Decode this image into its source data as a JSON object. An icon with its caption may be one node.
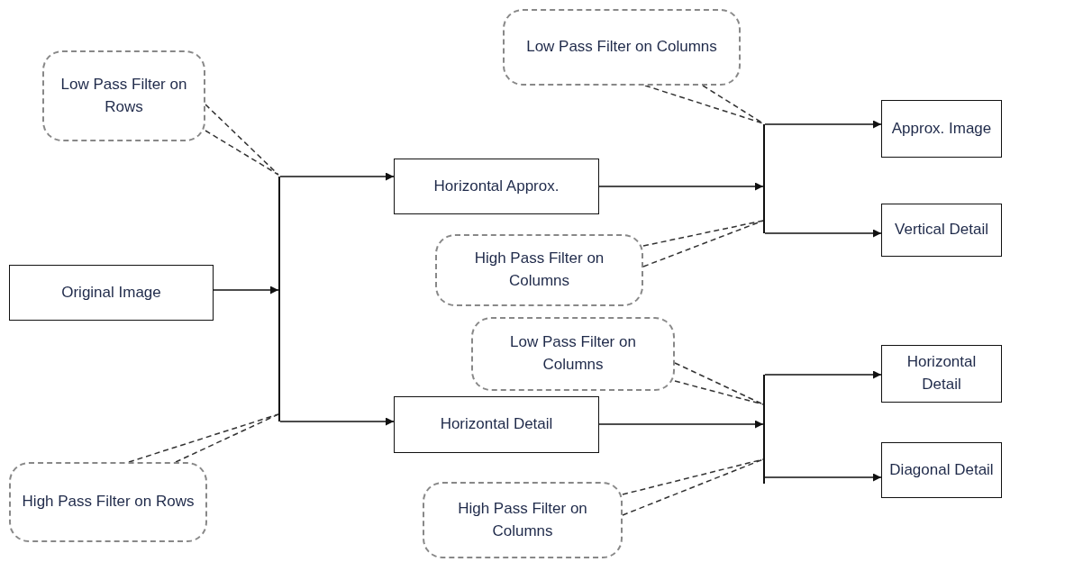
{
  "diagram": {
    "nodes": [
      {
        "text": [
          "Low Pass Filter on Columns"
        ]
      },
      {
        "text": [
          "Low Pass Filter on Rows"
        ]
      },
      {
        "text": [
          "Approx. Image"
        ]
      },
      {
        "text": [
          "Horizontal Approx."
        ]
      },
      {
        "text": [
          "Vertical Detail"
        ]
      },
      {
        "text": [
          "High Pass Filter on Columns"
        ]
      },
      {
        "text": [
          "Original Image"
        ]
      },
      {
        "text": [
          "Low Pass Filter on Columns"
        ]
      },
      {
        "text": [
          "Horizontal Detail"
        ]
      },
      {
        "text": [
          "Horizontal Detail"
        ]
      },
      {
        "text": [
          "Diagonal Detail"
        ]
      },
      {
        "text": [
          "High Pass Filter on Rows"
        ]
      },
      {
        "text": [
          "High Pass Filter on Columns"
        ]
      },
      {
        "text": [],
        "shape": "bar"
      },
      {
        "text": [],
        "shape": "bar"
      },
      {
        "text": [],
        "shape": "bar"
      }
    ],
    "edges": [
      {
        "from": 6,
        "to": 13,
        "arrow": "to"
      },
      {
        "from": 13,
        "to": 3,
        "arrow": "to"
      },
      {
        "from": 13,
        "to": 9,
        "arrow": "to"
      },
      {
        "from": 3,
        "to": 14,
        "arrow": "to"
      },
      {
        "from": 14,
        "to": 2,
        "arrow": "to"
      },
      {
        "from": 14,
        "to": 4,
        "arrow": "to"
      },
      {
        "from": 9,
        "to": 15,
        "arrow": "to"
      },
      {
        "from": 15,
        "to": 8,
        "arrow": "to"
      },
      {
        "from": 15,
        "to": 10,
        "arrow": "to"
      },
      {
        "from": 1,
        "to": 13,
        "arrow": "none",
        "style": "dashed"
      },
      {
        "from": 11,
        "to": 13,
        "arrow": "none",
        "style": "dashed"
      },
      {
        "from": 0,
        "to": 14,
        "arrow": "none",
        "style": "dashed"
      },
      {
        "from": 5,
        "to": 14,
        "arrow": "none",
        "style": "dashed"
      },
      {
        "from": 7,
        "to": 15,
        "arrow": "none",
        "style": "dashed"
      },
      {
        "from": 12,
        "to": 15,
        "arrow": "none",
        "style": "dashed"
      }
    ]
  }
}
